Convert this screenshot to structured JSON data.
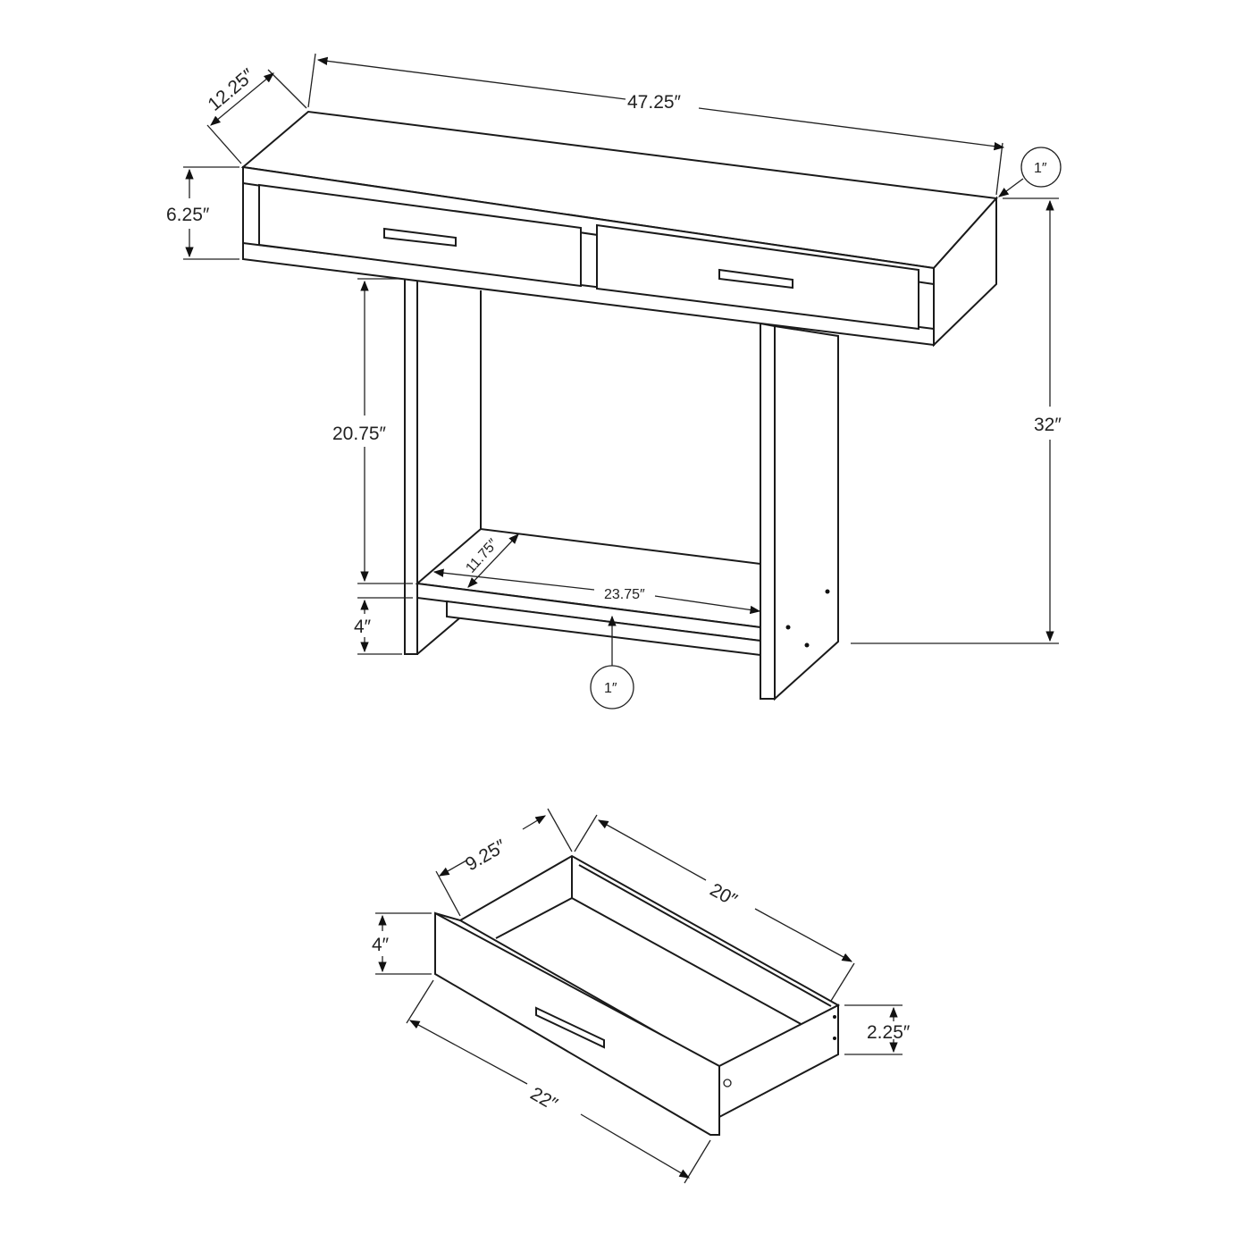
{
  "table": {
    "width": "47.25″",
    "depth": "12.25″",
    "apron_height": "6.25″",
    "total_height": "32″",
    "top_thickness": "1″",
    "leg_clearance": "20.75″",
    "shelf_depth": "11.75″",
    "shelf_width": "23.75″",
    "shelf_height": "4″",
    "shelf_thickness": "1″"
  },
  "drawer": {
    "depth": "9.25″",
    "length": "20″",
    "height": "4″",
    "front_width": "22″",
    "side_height": "2.25″"
  }
}
